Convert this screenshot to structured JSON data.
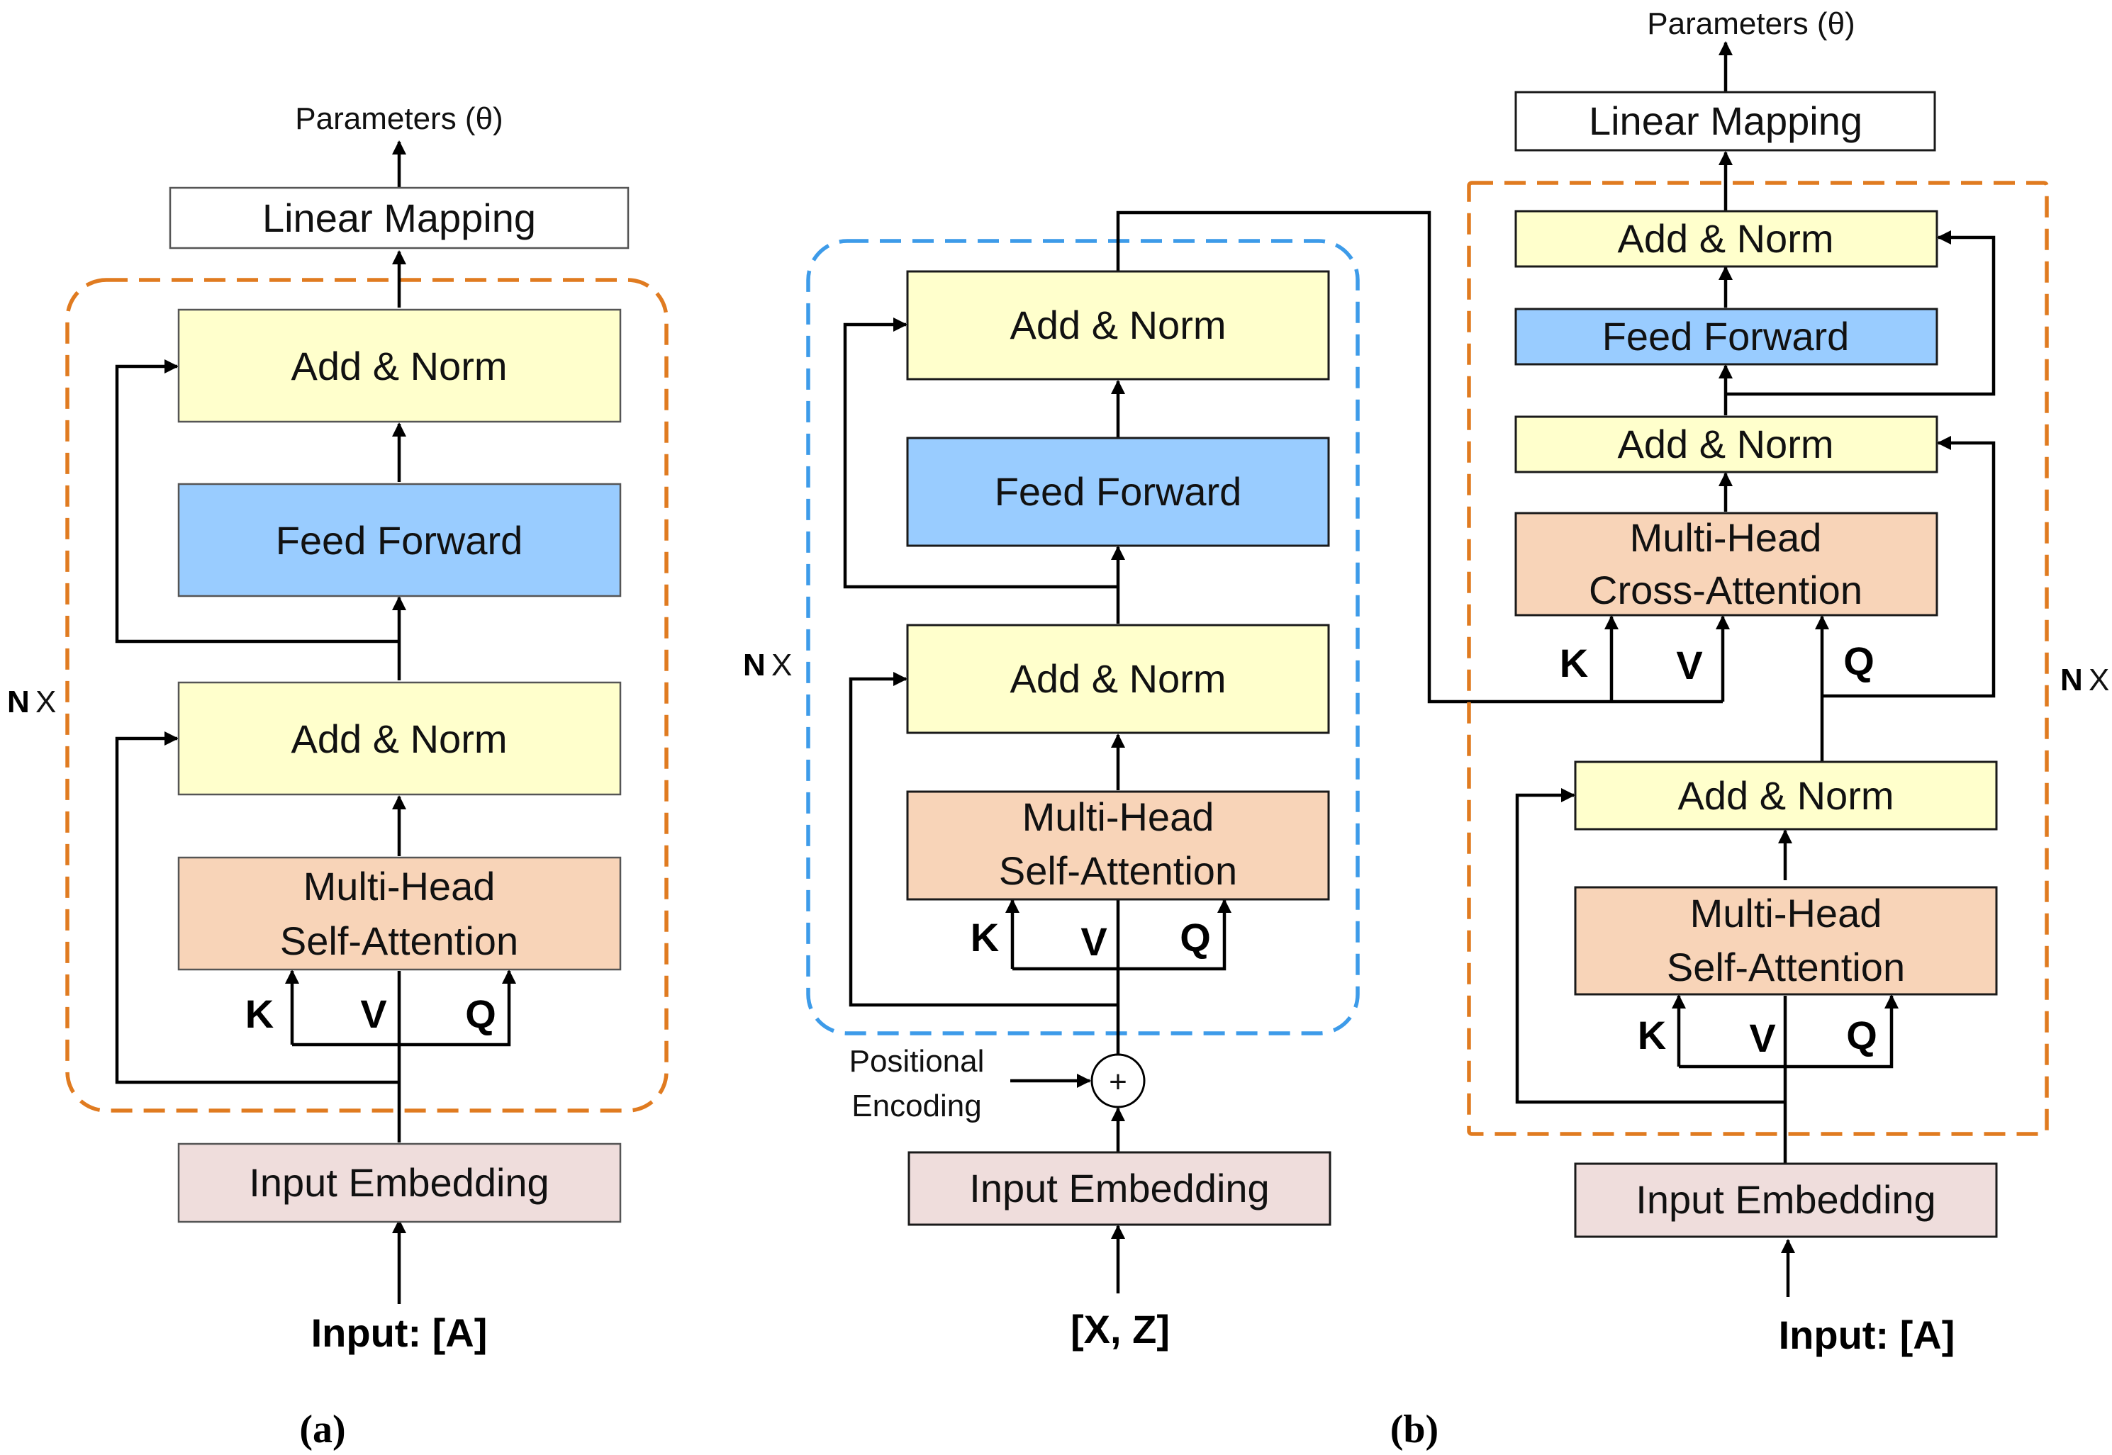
{
  "colors": {
    "add_norm": "#FFFFCC",
    "feed_forward": "#99CCFF",
    "attention": "#F8D4B8",
    "embedding": "#EFDDDC",
    "linear": "#FFFFFF",
    "encoder_dash": "#E07B20",
    "decoder_dash": "#3D9BE9"
  },
  "panel_a": {
    "output_label": "Parameters (θ)",
    "linear": "Linear Mapping",
    "add_norm_top": "Add & Norm",
    "feed_forward": "Feed Forward",
    "add_norm_bottom": "Add & Norm",
    "attention_line1": "Multi-Head",
    "attention_line2": "Self-Attention",
    "k": "K",
    "v": "V",
    "q": "Q",
    "repeat": "N",
    "repeat_x": "X",
    "embedding": "Input Embedding",
    "input": "Input: [A]",
    "caption": "(a)"
  },
  "panel_b_left": {
    "add_norm_top": "Add & Norm",
    "feed_forward": "Feed Forward",
    "add_norm_bottom": "Add & Norm",
    "attention_line1": "Multi-Head",
    "attention_line2": "Self-Attention",
    "k": "K",
    "v": "V",
    "q": "Q",
    "repeat": "N",
    "repeat_x": "X",
    "positional_line1": "Positional",
    "positional_line2": "Encoding",
    "plus": "+",
    "embedding": "Input Embedding",
    "input": "[X, Z]"
  },
  "panel_b_right": {
    "output_label": "Parameters (θ)",
    "linear": "Linear Mapping",
    "add_norm_1": "Add & Norm",
    "feed_forward": "Feed Forward",
    "add_norm_2": "Add & Norm",
    "cross_line1": "Multi-Head",
    "cross_line2": "Cross-Attention",
    "cross_k": "K",
    "cross_v": "V",
    "cross_q": "Q",
    "add_norm_3": "Add & Norm",
    "self_line1": "Multi-Head",
    "self_line2": "Self-Attention",
    "k": "K",
    "v": "V",
    "q": "Q",
    "repeat": "N",
    "repeat_x": "X",
    "embedding": "Input Embedding",
    "input": "Input: [A]",
    "caption": "(b)"
  }
}
